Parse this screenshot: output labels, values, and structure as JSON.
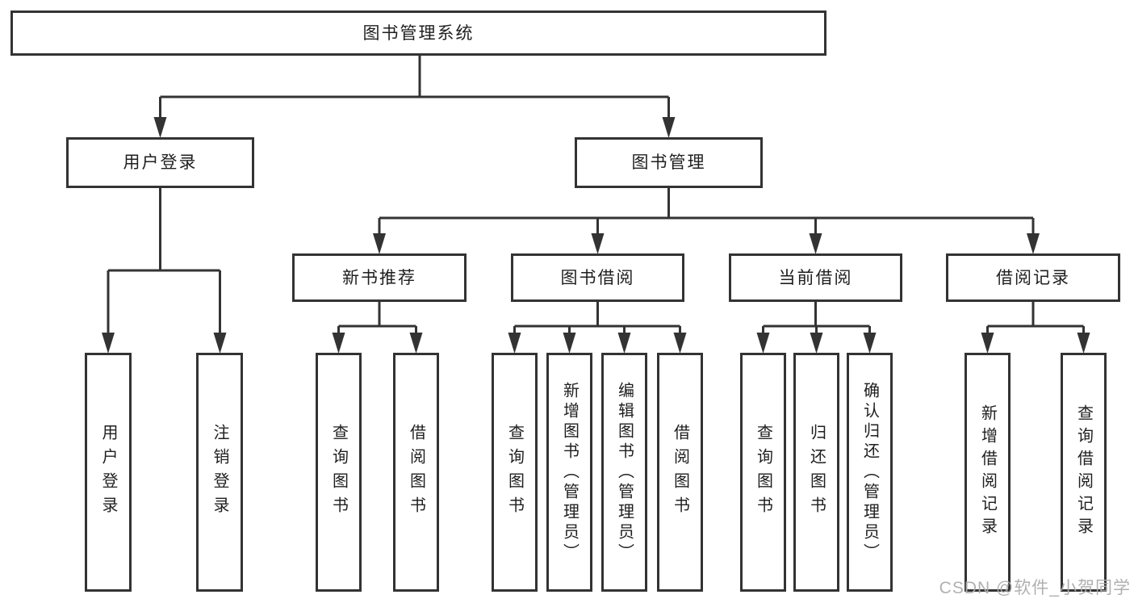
{
  "colors": {
    "line": "#333333",
    "text": "#1f1f1f",
    "box_background": "#ffffff",
    "watermark": "#acacac"
  },
  "tree": {
    "label": "图书管理系统",
    "children": [
      {
        "label": "用户登录",
        "children": [
          {
            "label": "用户登录"
          },
          {
            "label": "注销登录"
          }
        ]
      },
      {
        "label": "图书管理",
        "children": [
          {
            "label": "新书推荐",
            "children": [
              {
                "label": "查询图书"
              },
              {
                "label": "借阅图书"
              }
            ]
          },
          {
            "label": "图书借阅",
            "children": [
              {
                "label": "查询图书"
              },
              {
                "label": "新增图书（管理员）"
              },
              {
                "label": "编辑图书（管理员）"
              },
              {
                "label": "借阅图书"
              }
            ]
          },
          {
            "label": "当前借阅",
            "children": [
              {
                "label": "查询图书"
              },
              {
                "label": "归还图书"
              },
              {
                "label": "确认归还（管理员）"
              }
            ]
          },
          {
            "label": "借阅记录",
            "children": [
              {
                "label": "新增借阅记录"
              },
              {
                "label": "查询借阅记录"
              }
            ]
          }
        ]
      }
    ]
  },
  "watermark": {
    "text": "CSDN @软件_小贺同学"
  }
}
